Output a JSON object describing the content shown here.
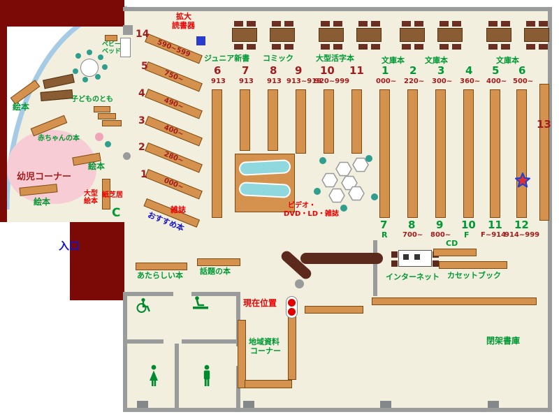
{
  "colors": {
    "wall_dark_red": "#7b0a06",
    "wall_gray": "#9a9c9b",
    "shelf_tan": "#d4924e",
    "table_brown": "#8a5c34",
    "chair_dark": "#6b2f22",
    "counter_brown": "#5c2a1c",
    "label_green": "#009933",
    "label_red": "#ee0000",
    "label_maroon": "#a21c1c",
    "label_blue": "#1411c8",
    "window_blue": "#a5cbe7",
    "band_cyan": "#8fd9de",
    "infant_pink": "#f8ccd4",
    "magnifier_square_blue": "#2a3bd0",
    "star_fill": "#e03131",
    "star_stroke": "#1c3fd4"
  },
  "magnifier": {
    "line1": "拡大",
    "line2": "読書器"
  },
  "top_categories": {
    "junior": "ジュニア新書",
    "comic": "コミック",
    "large_print": "大型活字本",
    "bunko1": "文庫本",
    "bunko2": "文庫本",
    "bunko3": "文庫本"
  },
  "shelf_numbers_top_left": [
    {
      "num": "6",
      "range": "913"
    },
    {
      "num": "7",
      "range": "913"
    },
    {
      "num": "8",
      "range": "913"
    },
    {
      "num": "9",
      "range": "913~919"
    },
    {
      "num": "10",
      "range": "920~999"
    },
    {
      "num": "11",
      "range": ""
    }
  ],
  "shelf_numbers_top_right": [
    {
      "num": "1",
      "range": "000~"
    },
    {
      "num": "2",
      "range": "220~"
    },
    {
      "num": "3",
      "range": "300~"
    },
    {
      "num": "4",
      "range": "360~"
    },
    {
      "num": "5",
      "range": "400~"
    },
    {
      "num": "6",
      "range": "500~"
    }
  ],
  "shelf_numbers_bottom_right": [
    {
      "num": "7",
      "range": "R"
    },
    {
      "num": "8",
      "range": "700~"
    },
    {
      "num": "9",
      "range": "800~"
    },
    {
      "num": "10",
      "range": "F"
    },
    {
      "num": "11",
      "range": "F~914"
    },
    {
      "num": "12",
      "range": "914~999"
    }
  ],
  "shelf_13": "13",
  "diagonal_shelves": [
    {
      "num": "14",
      "range": "590~599"
    },
    {
      "num": "5",
      "range": "750~"
    },
    {
      "num": "4",
      "range": "490~"
    },
    {
      "num": "3",
      "range": "400~"
    },
    {
      "num": "2",
      "range": "280~"
    },
    {
      "num": "1",
      "range": "000~"
    }
  ],
  "kids_area": {
    "baby_bed_line1": "ベビー",
    "baby_bed_line2": "ベッド",
    "kodomo_no_tomo": "子どものとも",
    "ehon": "絵本",
    "akachan_no_hon": "赤ちゃんの本",
    "yoji_corner": "幼児コーナー",
    "ogata_ehon_line1": "大型",
    "ogata_ehon_line2": "絵本",
    "kamishibai": "紙芝居",
    "bench_c": "C"
  },
  "center_area": {
    "osusume_bon": "おすすめ本",
    "zasshi": "雑誌",
    "video_line1": "ビデオ・",
    "video_line2": "DVD・LD・雑誌",
    "entrance": "入口",
    "atarashii_hon": "あたらしい本",
    "wadai_no_hon": "話題の本",
    "genzai_ichi": "現在位置"
  },
  "service_area": {
    "cd": "CD",
    "internet": "インターネット",
    "cassette_book": "カセットブック",
    "chiiki_line1": "地域資料",
    "chiiki_line2": "コーナー",
    "heika_shoko": "閉架書庫"
  }
}
